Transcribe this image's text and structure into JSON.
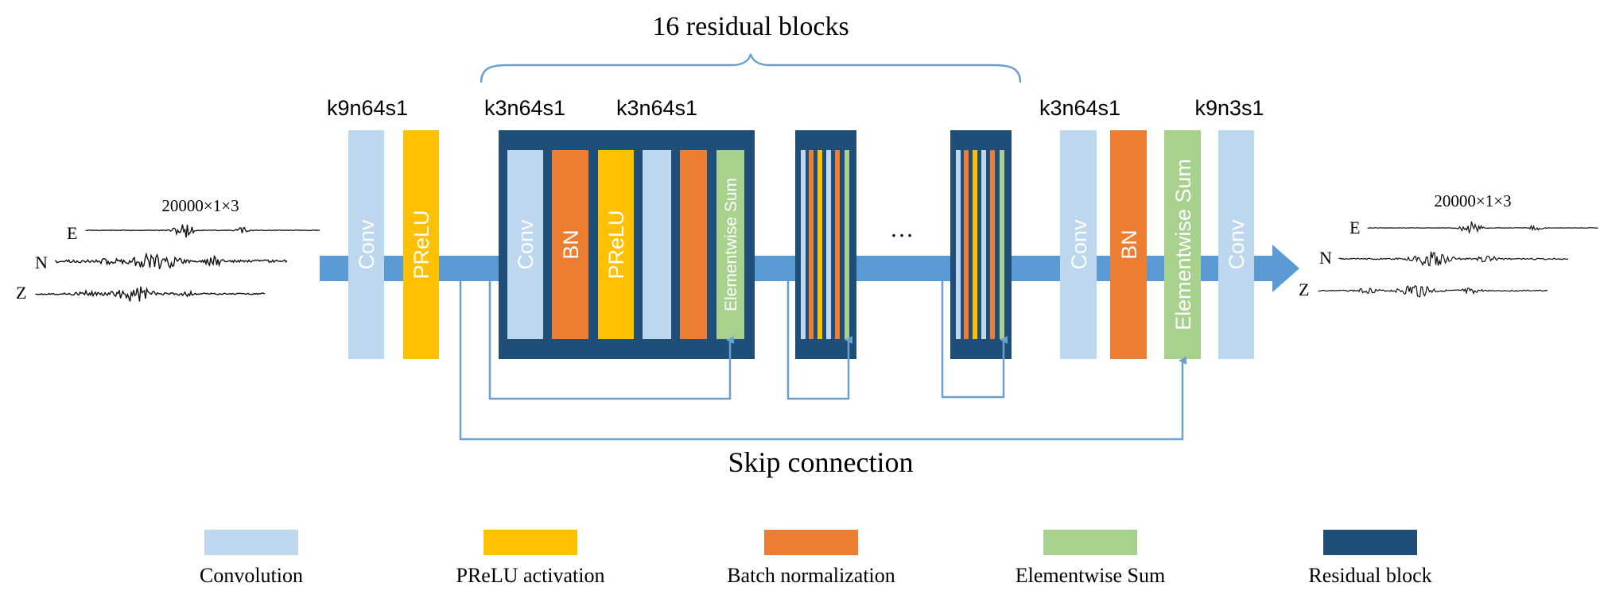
{
  "title": "16 residual blocks",
  "skip_label": "Skip connection",
  "ellipsis": "…",
  "colors": {
    "convolution": "#BDD7EE",
    "prelu": "#FFC000",
    "batchnorm": "#ED7D31",
    "elementwise": "#A9D18E",
    "residual": "#1F4E79",
    "arrow": "#5B9BD5",
    "connector": "#6A9FCF"
  },
  "input": {
    "shape": "20000×1×3",
    "channels": [
      "E",
      "N",
      "Z"
    ]
  },
  "output": {
    "shape": "20000×1×3",
    "channels": [
      "E",
      "N",
      "Z"
    ]
  },
  "params": {
    "first": "k9n64s1",
    "res_conv1": "k3n64s1",
    "res_conv2": "k3n64s1",
    "post": "k3n64s1",
    "final": "k9n3s1"
  },
  "layers": {
    "conv": "Conv",
    "prelu": "PReLU",
    "bn": "BN",
    "sum": "Elementwise Sum"
  },
  "legend": [
    {
      "label": "Convolution",
      "color": "#BDD7EE"
    },
    {
      "label": "PReLU activation",
      "color": "#FFC000"
    },
    {
      "label": "Batch normalization",
      "color": "#ED7D31"
    },
    {
      "label": "Elementwise Sum",
      "color": "#A9D18E"
    },
    {
      "label": "Residual block",
      "color": "#1F4E79"
    }
  ]
}
